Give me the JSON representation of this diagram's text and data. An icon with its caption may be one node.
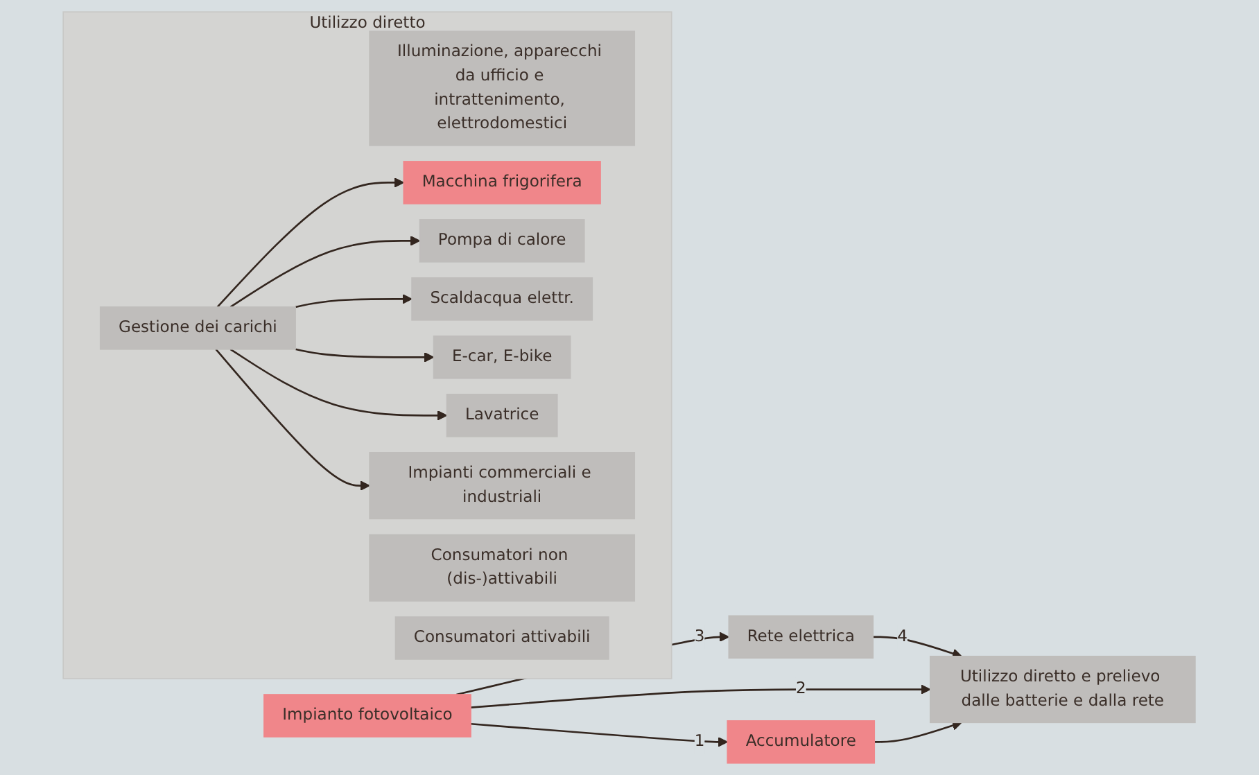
{
  "diagram": {
    "nodes": [
      {
        "text": [
          "Rete elettrica"
        ]
      },
      {
        "text": [
          "Utilizzo diretto e prelievo dalle batterie e dalla rete"
        ]
      },
      {
        "text": [
          "Impianto fotovoltaico"
        ]
      },
      {
        "text": [
          "Accumulatore"
        ]
      },
      {
        "text": [
          "Utilizzo diretto"
        ]
      },
      {
        "text": [
          "Illuminazione, apparecchi da ufficio e intrattenimento, elettrodomestici"
        ],
        "in": 4
      },
      {
        "text": [
          "Consumatori non (dis-)attivabili"
        ],
        "in": 4
      },
      {
        "text": [
          "Consumatori attivabili"
        ],
        "in": 4
      },
      {
        "text": [
          "Gestione dei carichi"
        ],
        "in": 4
      },
      {
        "text": [
          "Macchina frigorifera"
        ],
        "in": 4
      },
      {
        "text": [
          "Pompa di calore"
        ],
        "in": 4
      },
      {
        "text": [
          "Scaldacqua elettr."
        ],
        "in": 4
      },
      {
        "text": [
          "E-car, E-bike"
        ],
        "in": 4
      },
      {
        "text": [
          "Lavatrice"
        ],
        "in": 4
      },
      {
        "text": [
          "Impianti commerciali e industriali"
        ],
        "in": 4
      }
    ],
    "edges": [
      {
        "from": 0,
        "to": 1,
        "arrow": "to",
        "label": "4"
      },
      {
        "from": 2,
        "to": 0,
        "arrow": "to",
        "label": "3"
      },
      {
        "from": 2,
        "to": 1,
        "arrow": "to",
        "label": "2"
      },
      {
        "from": 2,
        "to": 3,
        "arrow": "to",
        "label": "1"
      },
      {
        "from": 3,
        "to": 1,
        "arrow": "to"
      },
      {
        "from": 8,
        "to": 9,
        "arrow": "to"
      },
      {
        "from": 8,
        "to": 10,
        "arrow": "to"
      },
      {
        "from": 8,
        "to": 11,
        "arrow": "to"
      },
      {
        "from": 8,
        "to": 12,
        "arrow": "to"
      },
      {
        "from": 8,
        "to": 13,
        "arrow": "to"
      },
      {
        "from": 8,
        "to": 14,
        "arrow": "to"
      }
    ]
  }
}
